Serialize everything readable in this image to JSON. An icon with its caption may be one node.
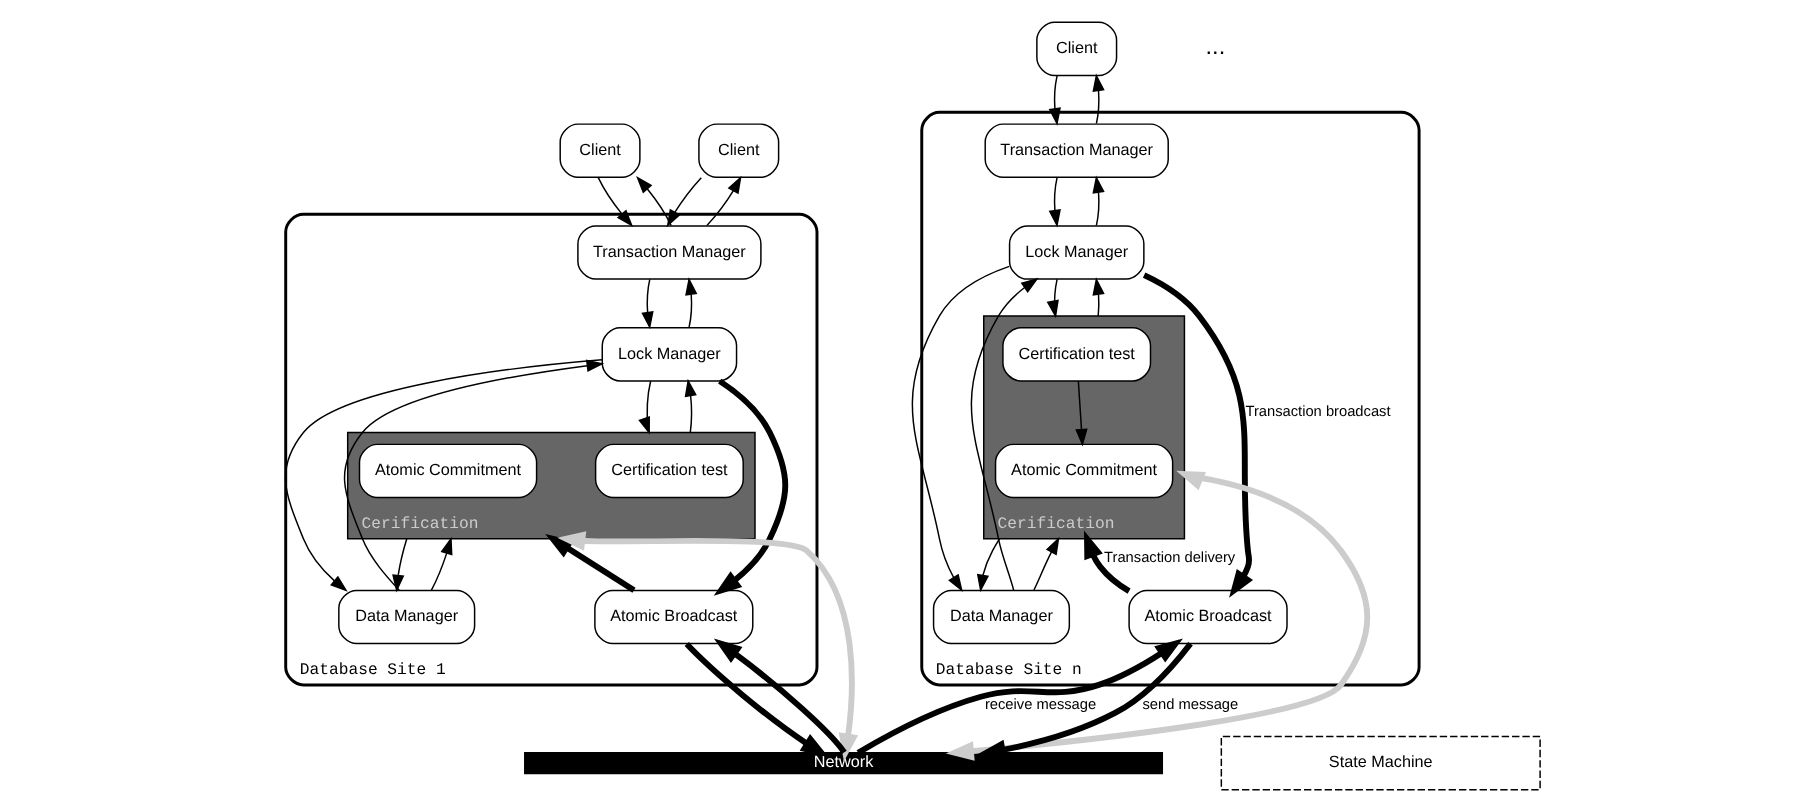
{
  "diagram": {
    "nodes": [
      {
        "text": [
          "Client"
        ]
      },
      {
        "text": [
          "Client"
        ]
      },
      {
        "text": [
          "Client"
        ]
      },
      {
        "text": [
          "Database Site 1"
        ]
      },
      {
        "text": [
          "Transaction Manager"
        ],
        "in": 3
      },
      {
        "text": [
          "Lock Manager"
        ],
        "in": 3
      },
      {
        "text": [
          "Cerification"
        ],
        "in": 3
      },
      {
        "text": [
          "Certification test"
        ],
        "in": 6
      },
      {
        "text": [
          "Atomic Commitment"
        ],
        "in": 6
      },
      {
        "text": [
          "Data Manager"
        ],
        "in": 3
      },
      {
        "text": [
          "Atomic Broadcast"
        ],
        "in": 3
      },
      {
        "text": [
          "Database Site n"
        ]
      },
      {
        "text": [
          "Transaction Manager"
        ],
        "in": 11
      },
      {
        "text": [
          "Lock Manager"
        ],
        "in": 11
      },
      {
        "text": [
          "Cerification"
        ],
        "in": 11
      },
      {
        "text": [
          "Certification test"
        ],
        "in": 14
      },
      {
        "text": [
          "Atomic Commitment"
        ],
        "in": 14
      },
      {
        "text": [
          "Data Manager"
        ],
        "in": 11
      },
      {
        "text": [
          "Atomic Broadcast"
        ],
        "in": 11
      },
      {
        "text": [
          "Network"
        ]
      },
      {
        "text": [
          "State Machine"
        ]
      }
    ],
    "edges": [
      {
        "from": 0,
        "to": 4,
        "arrow": "to"
      },
      {
        "from": 4,
        "to": 0,
        "arrow": "to"
      },
      {
        "from": 1,
        "to": 4,
        "arrow": "to"
      },
      {
        "from": 4,
        "to": 1,
        "arrow": "to"
      },
      {
        "from": 4,
        "to": 5,
        "arrow": "to"
      },
      {
        "from": 5,
        "to": 4,
        "arrow": "to"
      },
      {
        "from": 5,
        "to": 6,
        "arrow": "to"
      },
      {
        "from": 6,
        "to": 5,
        "arrow": "to"
      },
      {
        "from": 5,
        "to": 9,
        "arrow": "to"
      },
      {
        "from": 9,
        "to": 5,
        "arrow": "to"
      },
      {
        "from": 6,
        "to": 9,
        "arrow": "to"
      },
      {
        "from": 9,
        "to": 6,
        "arrow": "to"
      },
      {
        "from": 5,
        "to": 10,
        "arrow": "to",
        "style": "thick"
      },
      {
        "from": 10,
        "to": 6,
        "arrow": "to",
        "style": "thick"
      },
      {
        "from": 10,
        "to": 19,
        "arrow": "to",
        "style": "thick"
      },
      {
        "from": 19,
        "to": 10,
        "arrow": "to",
        "style": "thick"
      },
      {
        "from": 6,
        "to": 19,
        "arrow": "both",
        "style": "thick",
        "color": "#cccccc"
      },
      {
        "from": 2,
        "to": 12,
        "arrow": "to"
      },
      {
        "from": 12,
        "to": 2,
        "arrow": "to"
      },
      {
        "from": 12,
        "to": 13,
        "arrow": "to"
      },
      {
        "from": 13,
        "to": 12,
        "arrow": "to"
      },
      {
        "from": 13,
        "to": 14,
        "arrow": "to"
      },
      {
        "from": 14,
        "to": 13,
        "arrow": "to"
      },
      {
        "from": 13,
        "to": 17,
        "arrow": "to"
      },
      {
        "from": 17,
        "to": 13,
        "arrow": "to"
      },
      {
        "from": 14,
        "to": 17,
        "arrow": "to"
      },
      {
        "from": 17,
        "to": 14,
        "arrow": "to"
      },
      {
        "from": 15,
        "to": 16,
        "arrow": "to"
      },
      {
        "from": 13,
        "to": 18,
        "arrow": "to",
        "style": "thick",
        "label": "Transaction broadcast"
      },
      {
        "from": 18,
        "to": 14,
        "arrow": "to",
        "style": "thick",
        "label": "Transaction delivery"
      },
      {
        "from": 18,
        "to": 19,
        "arrow": "to",
        "style": "thick",
        "label": "send message"
      },
      {
        "from": 19,
        "to": 18,
        "arrow": "to",
        "style": "thick",
        "label": "receive message"
      },
      {
        "from": 14,
        "to": 19,
        "arrow": "both",
        "style": "thick",
        "color": "#cccccc"
      }
    ],
    "labels": [
      "..."
    ]
  }
}
